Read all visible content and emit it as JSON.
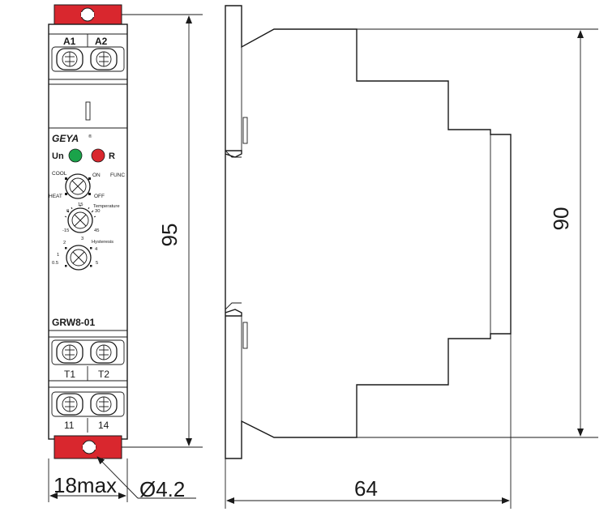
{
  "front_view": {
    "terminals_top": [
      "A1",
      "A2"
    ],
    "terminals_mid": [
      "T1",
      "T2"
    ],
    "terminals_bottom": [
      "11",
      "14"
    ],
    "brand": "GEYA",
    "brand_mark": "®",
    "leds": [
      {
        "label": "Un",
        "color": "#1aa34a"
      },
      {
        "label": "R",
        "color": "#d9272e"
      }
    ],
    "knob_function": {
      "left_top": "COOL",
      "right_top": "ON",
      "right_far": "FUNC",
      "left_bottom": "HEAT",
      "right_bottom": "OFF"
    },
    "knob_temperature": {
      "scale": [
        "0",
        "15",
        "30",
        "-15",
        "45"
      ],
      "title": "Temperature"
    },
    "knob_hysteresis": {
      "scale": [
        "2",
        "3",
        "4",
        "1",
        "0.5",
        "5"
      ],
      "title": "Hysteresis"
    },
    "model": "GRW8-01"
  },
  "dimensions": {
    "height_front": "95",
    "height_side": "90",
    "width_front": "18max",
    "hole_diameter": "Ø4.2",
    "depth": "64"
  },
  "colors": {
    "clip_red": "#d9272e",
    "led_green": "#1aa34a",
    "led_red": "#d9272e"
  }
}
